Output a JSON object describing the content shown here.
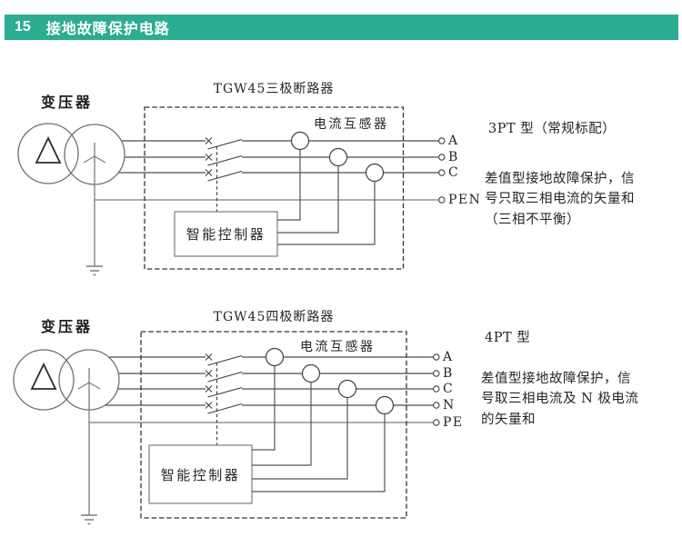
{
  "header": {
    "number": "15",
    "title": "接地故障保护电路",
    "accent_color": "#2CAC90"
  },
  "diagram1": {
    "transformer_label": "变压器",
    "breaker_title": "TGW45三极断路器",
    "ct_label": "电流互感器",
    "controller_label": "智能控制器",
    "terminals": [
      "A",
      "B",
      "C",
      "PEN"
    ],
    "type_label": "3PT 型（常规标配）",
    "description": [
      "差值型接地故障保护，信",
      "号只取三相电流的矢量和",
      "（三相不平衡）"
    ]
  },
  "diagram2": {
    "transformer_label": "变压器",
    "breaker_title": "TGW45四极断路器",
    "ct_label": "电流互感器",
    "controller_label": "智能控制器",
    "terminals": [
      "A",
      "B",
      "C",
      "N",
      "PE"
    ],
    "type_label": "4PT 型",
    "description": [
      "差值型接地故障保护，信",
      "号取三相电流及 N 极电流",
      "的矢量和"
    ]
  },
  "colors": {
    "line_dark": "#4c4c4c",
    "line_gray": "#7d7d7d",
    "dash_border": "#333333"
  }
}
